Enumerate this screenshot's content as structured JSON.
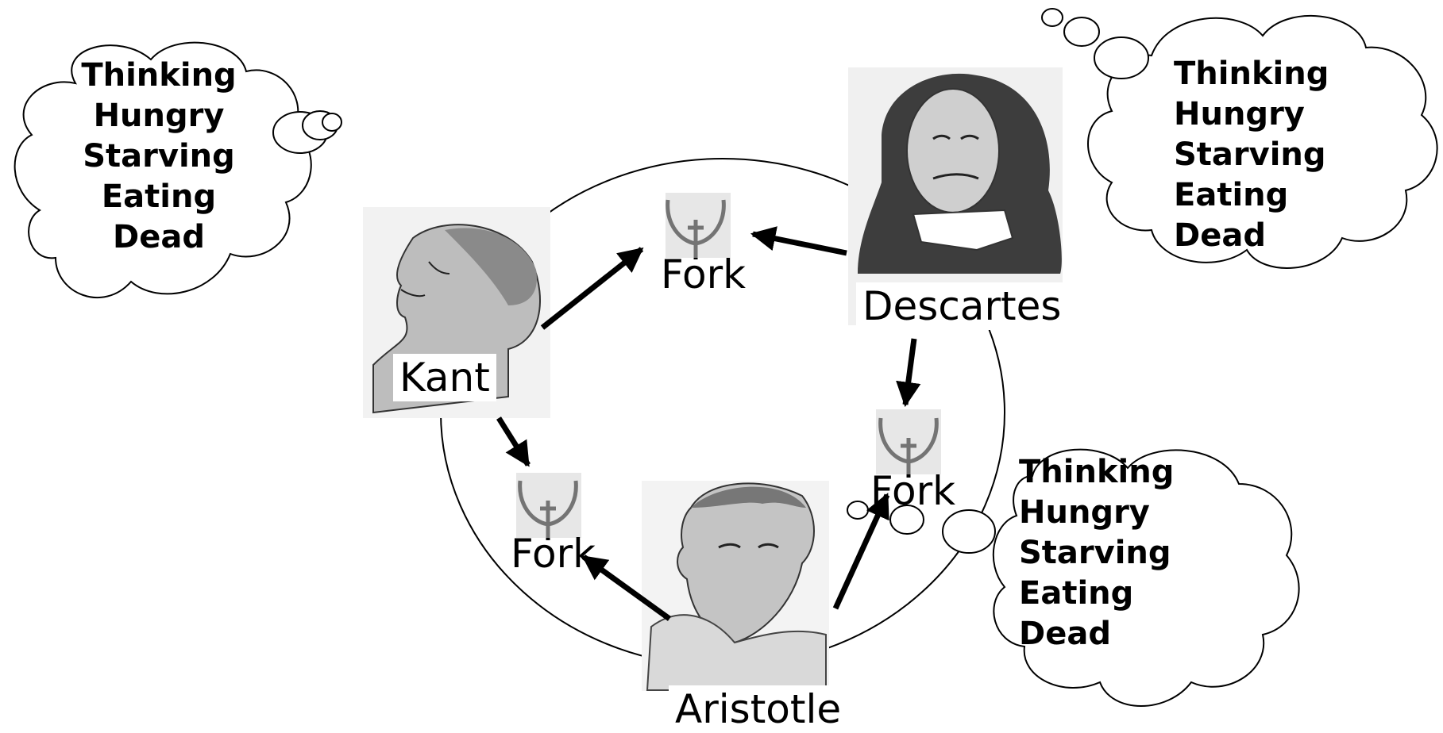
{
  "philosophers": {
    "kant": {
      "name": "Kant"
    },
    "descartes": {
      "name": "Descartes"
    },
    "aristotle": {
      "name": "Aristotle"
    }
  },
  "forks": [
    {
      "label": "Fork"
    },
    {
      "label": "Fork"
    },
    {
      "label": "Fork"
    }
  ],
  "thought_clouds": [
    {
      "lines": [
        "Thinking",
        "Hungry",
        "Starving",
        "Eating",
        "Dead"
      ]
    },
    {
      "lines": [
        "Thinking",
        "Hungry",
        "Starving",
        "Eating",
        "Dead"
      ]
    },
    {
      "lines": [
        "Thinking",
        "Hungry",
        "Starving",
        "Eating",
        "Dead"
      ]
    }
  ],
  "colors": {
    "line": "#000000",
    "fork_bg": "#d3d3d3"
  },
  "icons": [
    "fork-icon",
    "portrait-kant",
    "portrait-descartes",
    "portrait-aristotle"
  ]
}
